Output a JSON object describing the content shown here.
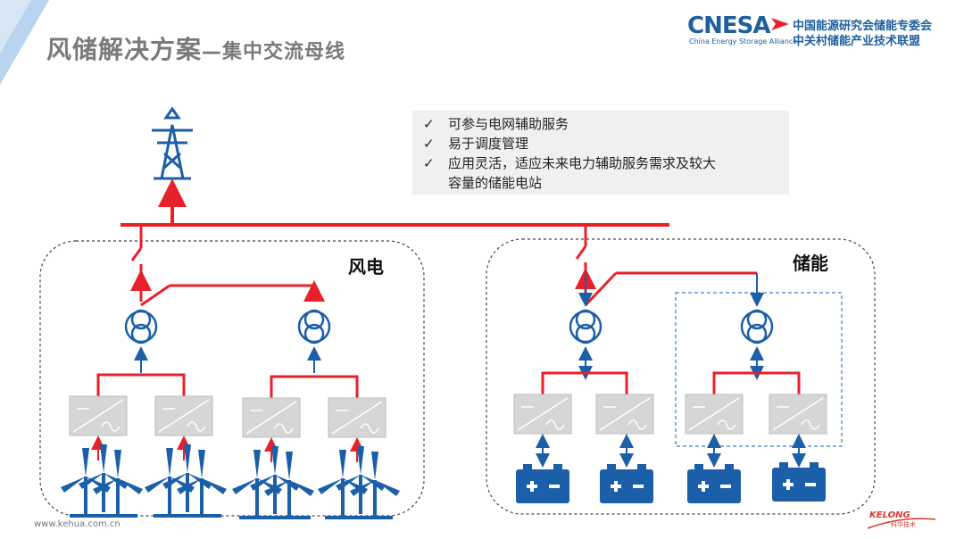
{
  "slide": {
    "title_main": "风储解决方案",
    "title_sub": "—集中交流母线",
    "logo": {
      "brand": "CNESA",
      "brand_en": "China Energy Storage Alliance",
      "cn_line1": "中国能源研究会储能专委会",
      "cn_line2": "中关村储能产业技术联盟"
    },
    "checklist": [
      {
        "mark": "✓",
        "text": "可参与电网辅助服务"
      },
      {
        "mark": "✓",
        "text": "易于调度管理"
      },
      {
        "mark": "✓",
        "text": "应用灵活，适应未来电力辅助服务需求及较大"
      },
      {
        "mark": "",
        "text": "容量的储能电站"
      }
    ],
    "wind_label": "风电",
    "storage_label": "储能",
    "footer_url": "www.kehua.com.cn",
    "footer_brand": "KELONG",
    "footer_brand_cn": "科华技术",
    "colors": {
      "red": "#e8202a",
      "blue": "#1b5fa8",
      "gray_box": "#d6d6d6",
      "title": "#7a7a7a"
    }
  }
}
